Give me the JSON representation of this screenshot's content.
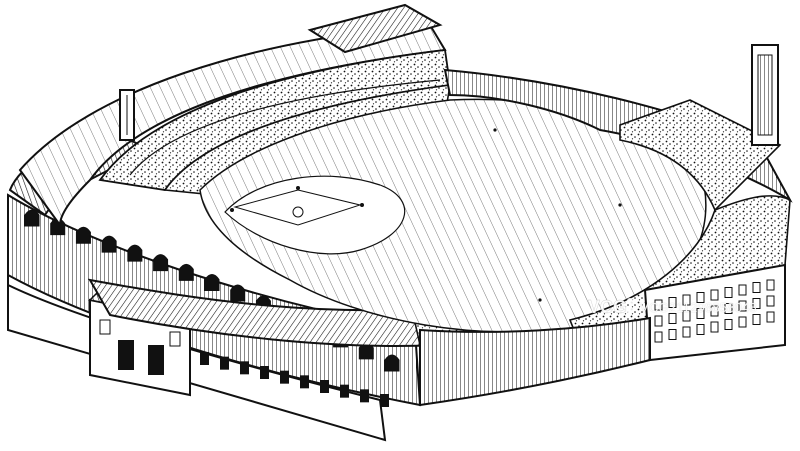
{
  "illustration": {
    "subject": "baseball-stadium-engraving",
    "style": "black-and-white pen-and-ink line engraving",
    "ink_color": "#111111",
    "paper_color": "#ffffff"
  },
  "watermark": {
    "logo_text": "VCG",
    "id_text": "VCG211298858048"
  }
}
